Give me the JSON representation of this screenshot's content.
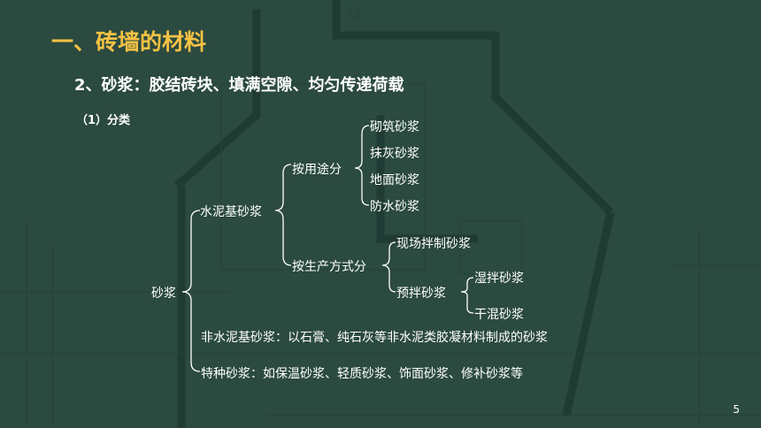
{
  "slide": {
    "title": "一、砖墙的材料",
    "subtitle": "2、砂浆：胶结砖块、填满空隙、均匀传递荷载",
    "section": "（1）分类",
    "page_number": "5"
  },
  "tree": {
    "root": "砂浆",
    "cement_based": "水泥基砂浆",
    "by_use": "按用途分",
    "use_items": [
      "砌筑砂浆",
      "抹灰砂浆",
      "地面砂浆",
      "防水砂浆"
    ],
    "by_production": "按生产方式分",
    "site_mixed": "现场拌制砂浆",
    "premixed": "预拌砂浆",
    "wet_mixed": "湿拌砂浆",
    "dry_mixed": "干混砂浆",
    "non_cement": "非水泥基砂浆：以石膏、纯石灰等非水泥类胶凝材料制成的砂浆",
    "special": "特种砂浆：如保温砂浆、轻质砂浆、饰面砂浆、修补砂浆等"
  },
  "colors": {
    "background": "#2b4a40",
    "title": "#f6c244",
    "text": "#ffffff",
    "blueprint_lines": "#1f3932"
  }
}
